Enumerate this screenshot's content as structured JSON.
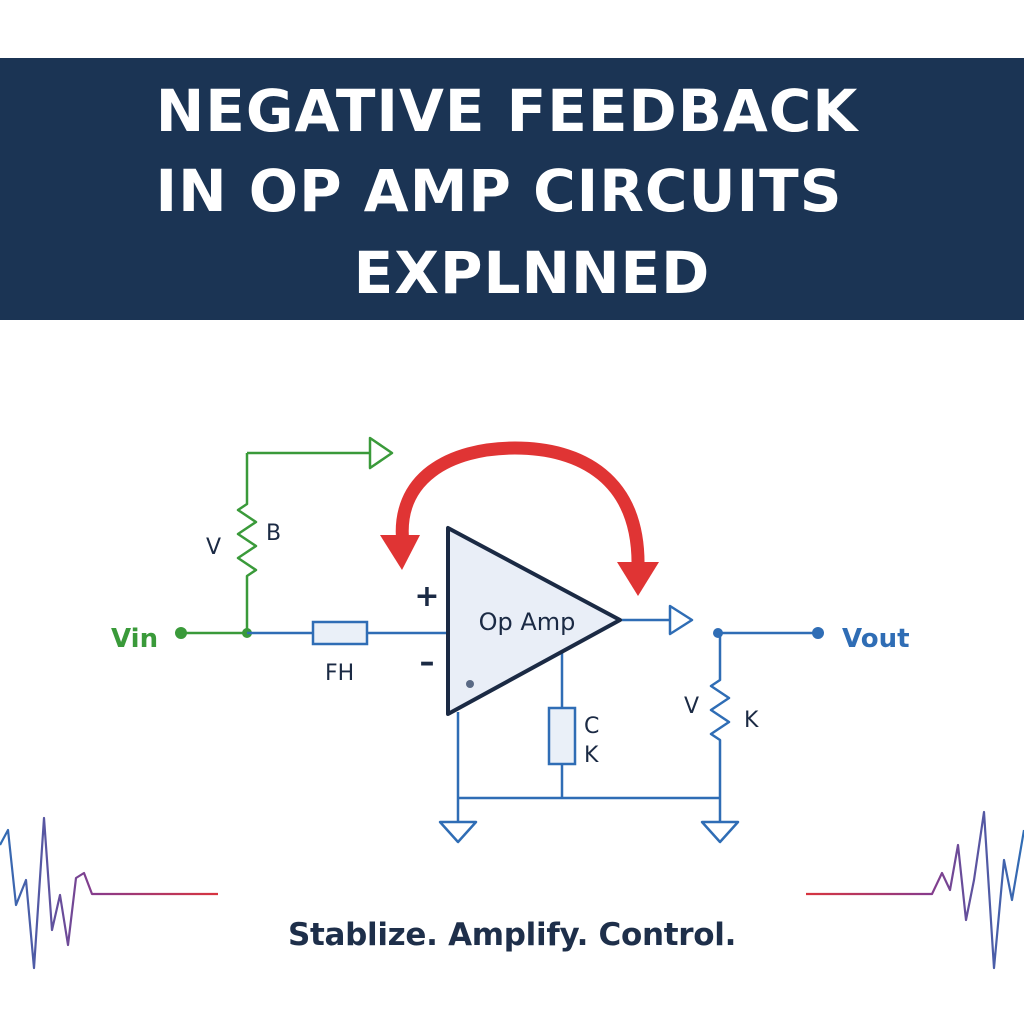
{
  "title": {
    "line1": "NEGATIVE FEEDBACK",
    "line2": "IN OP AMP CIRCUITS",
    "line3": "EXPLNNED"
  },
  "circuit": {
    "opamp_label": "Op Amp",
    "plus_sign": "+",
    "minus_sign": "–",
    "vin_label": "Vin",
    "vout_label": "Vout",
    "input_resistor_label": "FH",
    "top_resistor_left_label": "V",
    "top_resistor_right_label": "B",
    "cap_label_top": "C",
    "cap_label_bottom": "K",
    "out_resistor_left_label": "V",
    "out_resistor_right_label": "K"
  },
  "tagline": "Stablize. Amplify. Control.",
  "colors": {
    "banner": "#1b3454",
    "input_wire": "#3a9a3a",
    "circuit_wire": "#2f6db5",
    "feedback_arrow": "#e03434",
    "opamp_outline": "#1b2a44",
    "opamp_fill": "#e9eef7",
    "waveform_red": "#d8343f",
    "waveform_blue": "#2f6db5"
  }
}
